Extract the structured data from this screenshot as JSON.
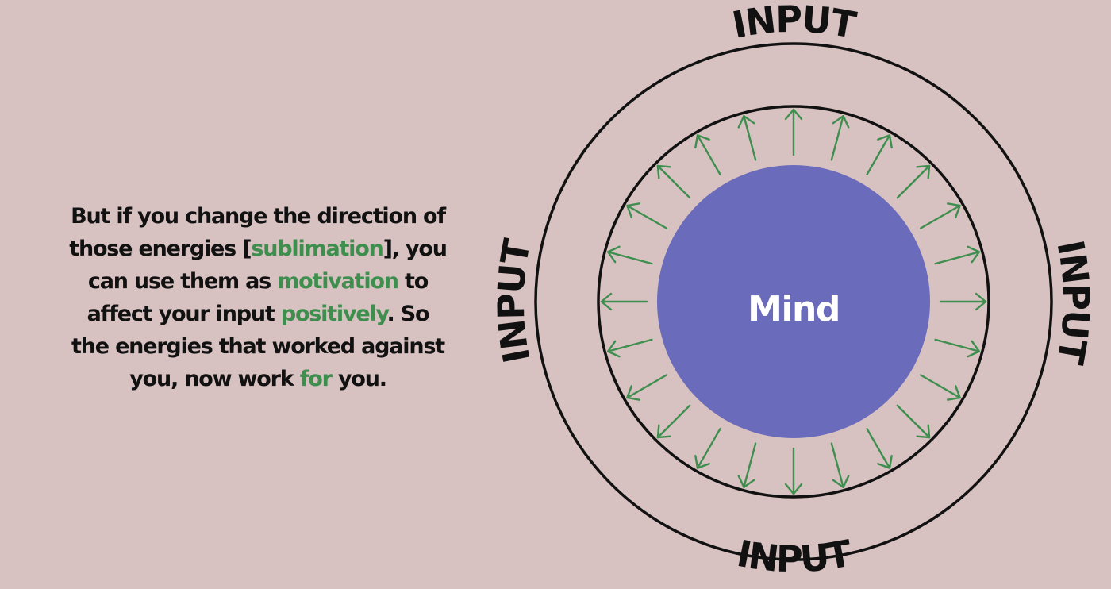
{
  "colors": {
    "background": "#d7c1c1",
    "text": "#111111",
    "highlight": "#3e8e4e",
    "mind_fill": "#6a6bba",
    "mind_text": "#ffffff",
    "ring_stroke": "#111111",
    "arrow": "#3e8e4e"
  },
  "caption": {
    "lines": [
      [
        {
          "text": "But if you change the direction of",
          "highlight": false
        }
      ],
      [
        {
          "text": "those energies [",
          "highlight": false
        },
        {
          "text": "sublimation",
          "highlight": true
        },
        {
          "text": "], you",
          "highlight": false
        }
      ],
      [
        {
          "text": "can use them as ",
          "highlight": false
        },
        {
          "text": "motivation",
          "highlight": true
        },
        {
          "text": " to",
          "highlight": false
        }
      ],
      [
        {
          "text": "affect your input ",
          "highlight": false
        },
        {
          "text": "positively",
          "highlight": true
        },
        {
          "text": ". So",
          "highlight": false
        }
      ],
      [
        {
          "text": "the energies that worked against",
          "highlight": false
        }
      ],
      [
        {
          "text": "you, now work ",
          "highlight": false
        },
        {
          "text": "for",
          "highlight": true
        },
        {
          "text": " you.",
          "highlight": false
        }
      ]
    ]
  },
  "diagram": {
    "center_label": "Mind",
    "ring_labels": {
      "top": "INPUT",
      "right": "INPUT",
      "bottom": "INPUT",
      "left": "INPUT"
    },
    "arrow_count": 24,
    "arrow_direction": "outward"
  }
}
